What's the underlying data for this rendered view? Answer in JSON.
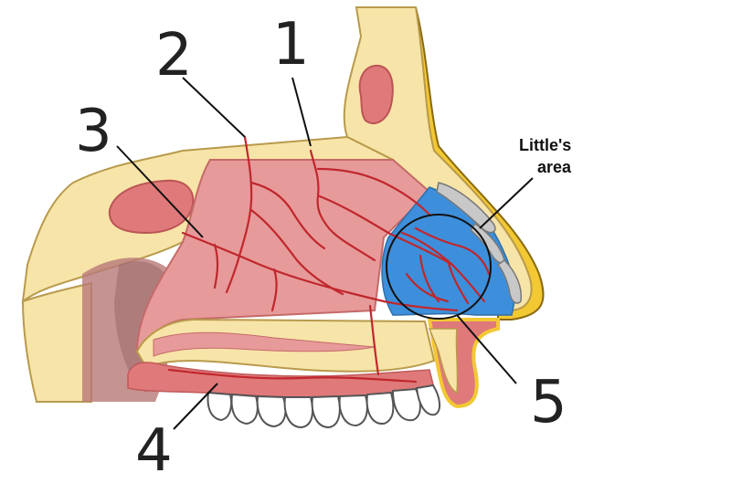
{
  "labels": {
    "n1": "1",
    "n2": "2",
    "n3": "3",
    "n4": "4",
    "n5": "5",
    "area_line1": "Little's",
    "area_line2": "area"
  },
  "colors": {
    "bone": "#f7e4a8",
    "bone_outline": "#b89a4c",
    "cavity": "#e79a9a",
    "mucosa": "#e0797a",
    "vessel": "#c0272d",
    "littles_area": "#3d8fdb",
    "cartilage": "#c8c8c8",
    "teeth": "#ffffff",
    "skin_edge": "#f2c833"
  }
}
